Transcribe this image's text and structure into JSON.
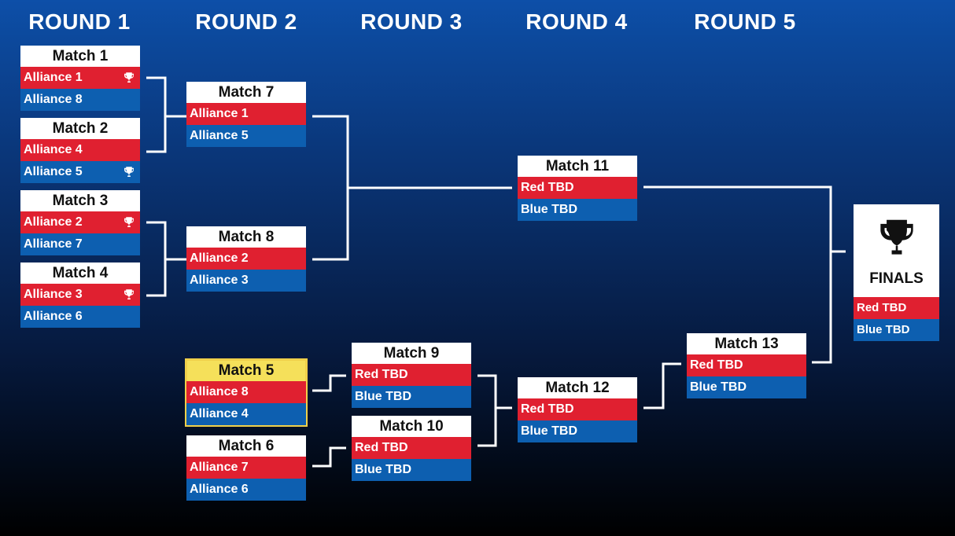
{
  "rounds": [
    "ROUND 1",
    "ROUND 2",
    "ROUND 3",
    "ROUND 4",
    "ROUND 5"
  ],
  "matches": {
    "m1": {
      "title": "Match 1",
      "red": "Alliance 1",
      "blue": "Alliance 8",
      "winner": "red"
    },
    "m2": {
      "title": "Match 2",
      "red": "Alliance 4",
      "blue": "Alliance 5",
      "winner": "blue"
    },
    "m3": {
      "title": "Match 3",
      "red": "Alliance 2",
      "blue": "Alliance 7",
      "winner": "red"
    },
    "m4": {
      "title": "Match 4",
      "red": "Alliance 3",
      "blue": "Alliance 6",
      "winner": "red"
    },
    "m5": {
      "title": "Match 5",
      "red": "Alliance 8",
      "blue": "Alliance 4",
      "status": "in-progress"
    },
    "m6": {
      "title": "Match 6",
      "red": "Alliance 7",
      "blue": "Alliance 6"
    },
    "m7": {
      "title": "Match 7",
      "red": "Alliance 1",
      "blue": "Alliance 5"
    },
    "m8": {
      "title": "Match 8",
      "red": "Alliance 2",
      "blue": "Alliance 3"
    },
    "m9": {
      "title": "Match 9",
      "red": "Red TBD",
      "blue": "Blue TBD"
    },
    "m10": {
      "title": "Match 10",
      "red": "Red TBD",
      "blue": "Blue TBD"
    },
    "m11": {
      "title": "Match 11",
      "red": "Red TBD",
      "blue": "Blue TBD"
    },
    "m12": {
      "title": "Match 12",
      "red": "Red TBD",
      "blue": "Blue TBD"
    },
    "m13": {
      "title": "Match 13",
      "red": "Red TBD",
      "blue": "Blue TBD"
    }
  },
  "finals": {
    "label": "FINALS",
    "red": "Red TBD",
    "blue": "Blue TBD",
    "icon": "trophy-icon"
  },
  "colors": {
    "red": "#e02030",
    "blue": "#0d5fb0",
    "highlight": "#f5e05a",
    "connector": "#ffffff"
  }
}
